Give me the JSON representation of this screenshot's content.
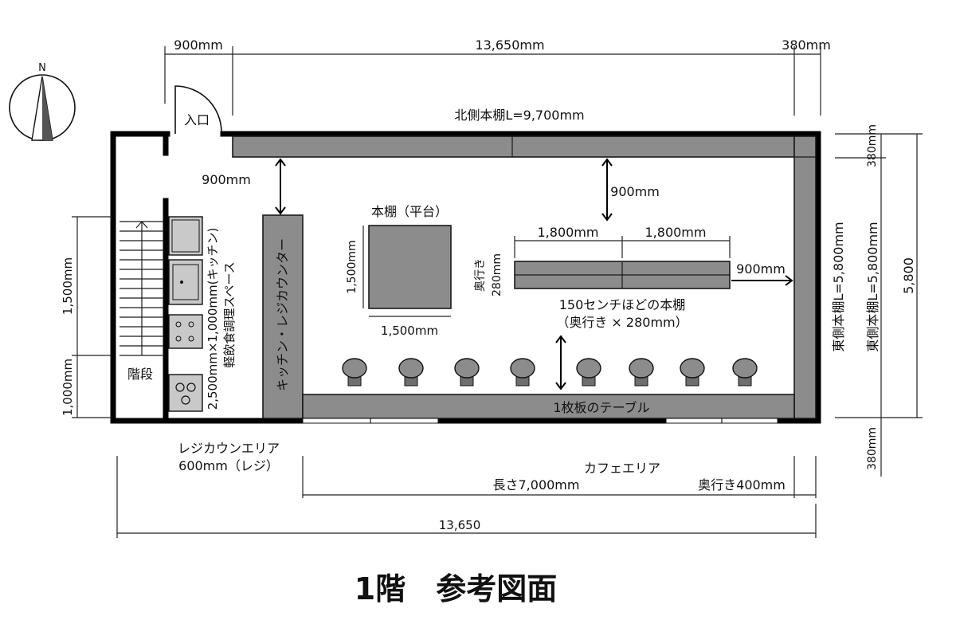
{
  "title": "1階　参考図面",
  "compass": {
    "label": "N"
  },
  "labels": {
    "entrance": "入口",
    "stairs": "階段",
    "north_shelf": "北側本棚L=9,700mm",
    "east_shelf_1": "東側本棚L=5,800mm",
    "east_shelf_2": "東側本棚L=5,800mm",
    "flat_shelf": "本棚（平台）",
    "counter": "キッチン・レジカウンター",
    "kitchen_1": "2,500mm×1,000mm(キッチン)",
    "kitchen_2": "軽飲食調理スペース",
    "shelf_150_1": "150センチほどの本棚",
    "shelf_150_2": "（奥行き × 280mm）",
    "shelf_depth_1": "奥行き",
    "shelf_depth_2": "280mm",
    "table": "1枚板のテーブル",
    "register_area_1": "レジカウンエリア",
    "register_area_2": "600mm（レジ）",
    "cafe_area": "カフェエリア",
    "length": "長さ7,000mm",
    "depth": "奥行き400mm"
  },
  "dimensions": {
    "top_left": "900mm",
    "top_main": "13,650mm",
    "top_right": "380mm",
    "entrance_gap": "900mm",
    "aisle_north": "900mm",
    "shelf_a": "1,800mm",
    "shelf_b": "1,800mm",
    "aisle_east": "900mm",
    "flat_width": "1,500mm",
    "flat_height": "1,500mm",
    "left_1500": "1,500mm",
    "left_1000": "1,000mm",
    "right_top_380": "380mm",
    "right_bottom_380": "380mm",
    "right_total": "5,800",
    "bottom_total": "13,650"
  }
}
